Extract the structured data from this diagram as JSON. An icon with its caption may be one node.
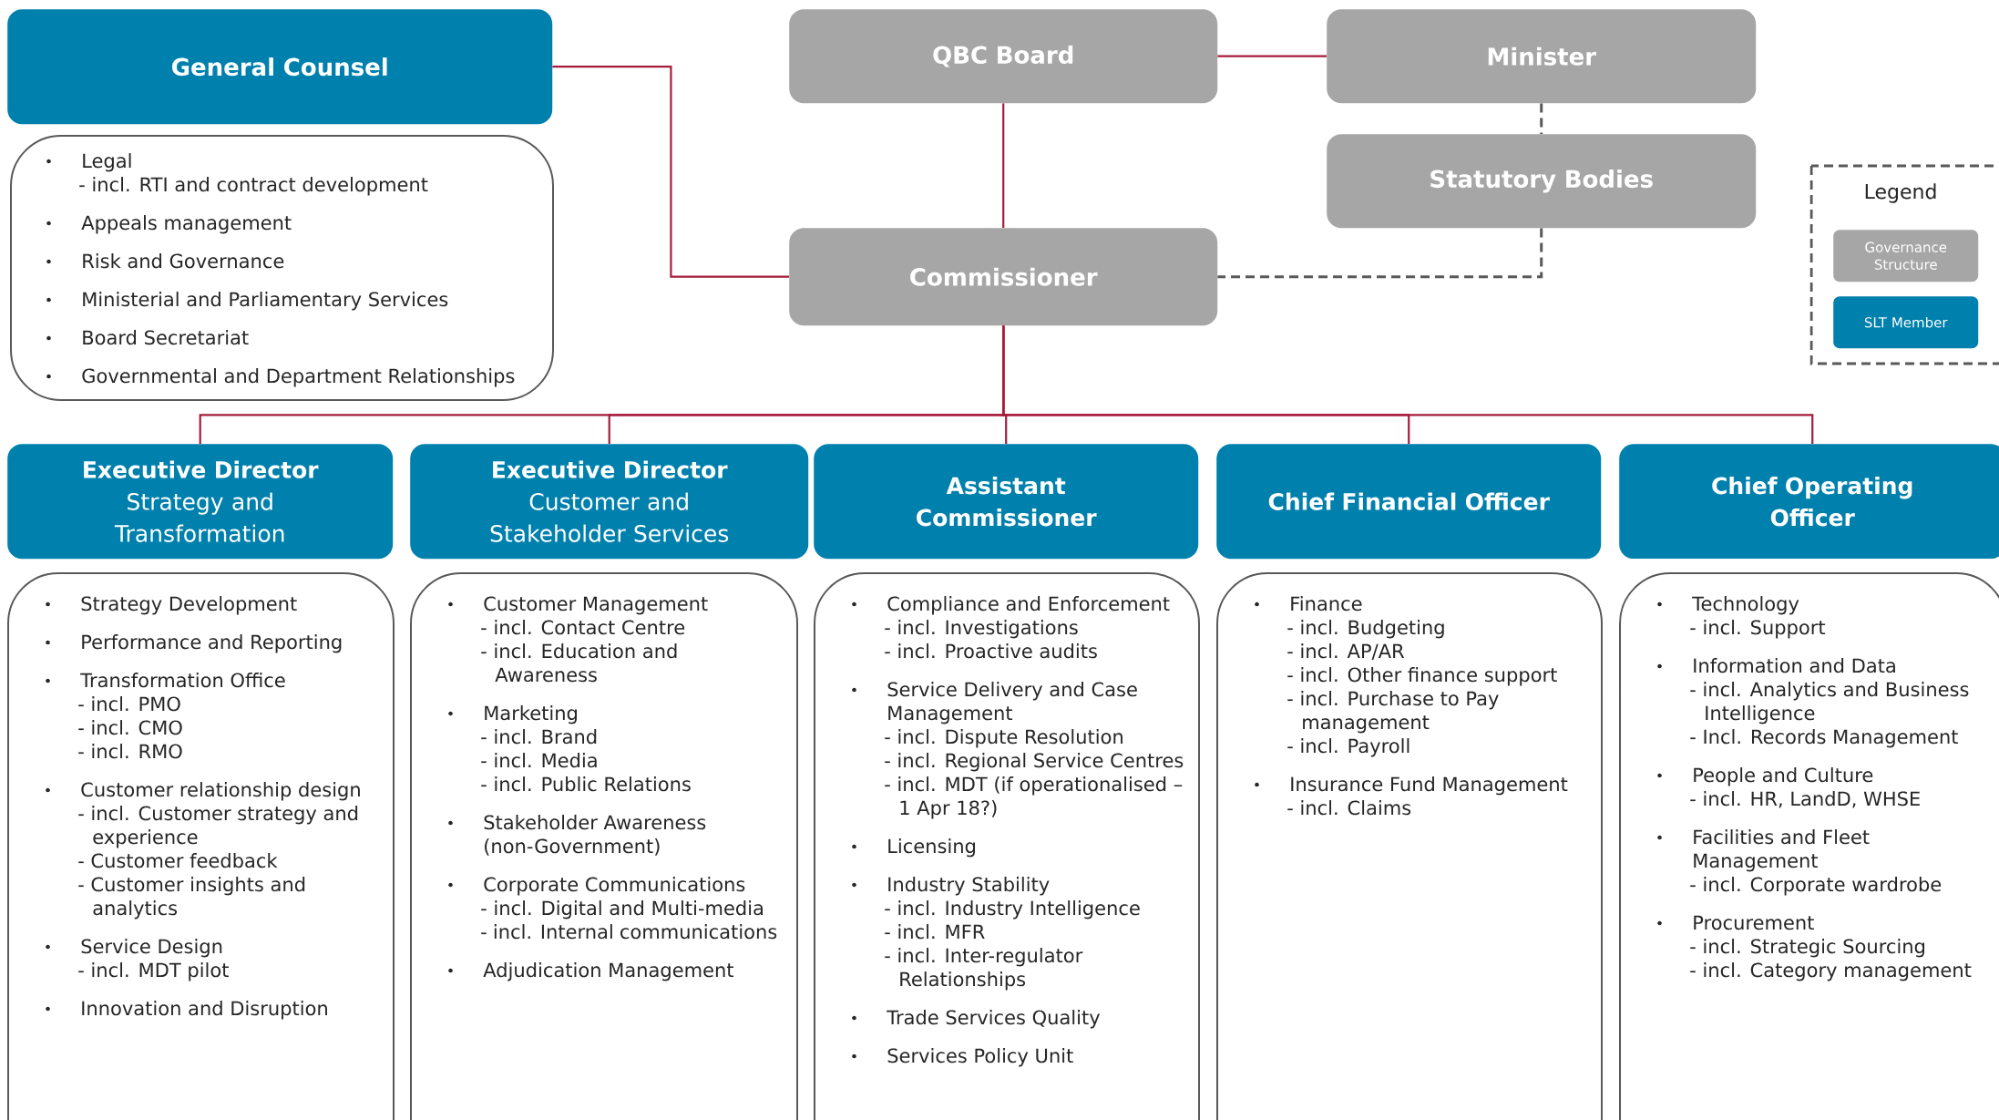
{
  "diagram": {
    "nodes": [
      {
        "text": [
          "General Counsel"
        ]
      },
      {
        "text": [
          "Legal",
          "- incl. RTI and contract development",
          "Appeals management",
          "Risk and Governance",
          "Ministerial and Parliamentary Services",
          "Board Secretariat",
          "Governmental and Department Relationships"
        ]
      },
      {
        "text": [
          "QBC Board"
        ]
      },
      {
        "text": [
          "Minister"
        ]
      },
      {
        "text": [
          "Statutory Bodies"
        ]
      },
      {
        "text": [
          "Commissioner"
        ]
      },
      {
        "text": [
          "Executive Director",
          "Strategy and Transformation"
        ]
      },
      {
        "text": [
          "Strategy Development",
          "Performance and Reporting",
          "Transformation Office",
          "- incl. PMO",
          "- incl. CMO",
          "- incl. RMO",
          "Customer relationship design",
          "- incl. Customer strategy and experience",
          "- Customer feedback",
          "- Customer insights and analytics",
          "Service Design",
          "- incl. MDT pilot",
          "Innovation and Disruption"
        ]
      },
      {
        "text": [
          "Executive Director",
          "Customer and Stakeholder Services"
        ]
      },
      {
        "text": [
          "Customer Management",
          "- incl. Contact Centre",
          "- incl. Education and Awareness",
          "Marketing",
          "- incl. Brand",
          "- incl. Media",
          "- incl. Public Relations",
          "Stakeholder Awareness (non-Government)",
          "Corporate Communications",
          "- incl. Digital and Multi-media",
          "- incl. Internal communications",
          "Adjudication Management"
        ]
      },
      {
        "text": [
          "Assistant Commissioner"
        ]
      },
      {
        "text": [
          "Compliance and Enforcement",
          "- incl. Investigations",
          "- incl. Proactive audits",
          "Service Delivery and Case Management",
          "- incl. Dispute Resolution",
          "- incl. Regional Service Centres",
          "- incl. MDT (if operationalised – 1 Apr 18?)",
          "Licensing",
          "Industry Stability",
          "- incl. Industry Intelligence",
          "- incl. MFR",
          "- incl. Inter-regulator Relationships",
          "Trade Services Quality",
          "Services Policy Unit"
        ]
      },
      {
        "text": [
          "Chief Financial Officer"
        ]
      },
      {
        "text": [
          "Finance",
          "- incl. Budgeting",
          "- incl. AP/AR",
          "- incl. Other finance support",
          "- incl. Purchase to Pay management",
          "- incl. Payroll",
          "Insurance Fund Management",
          "- incl. Claims"
        ]
      },
      {
        "text": [
          "Chief Operating Officer"
        ]
      },
      {
        "text": [
          "Technology",
          "- incl. Support",
          "Information and Data",
          "- incl. Analytics and Business Intelligence",
          "- Incl. Records Management",
          "People and Culture",
          "- incl. HR, LandD, WHSE",
          "Facilities and Fleet Management",
          "- incl. Corporate wardrobe",
          "Procurement",
          "- incl. Strategic Sourcing",
          "- incl. Category management"
        ]
      }
    ],
    "edges": [
      {
        "from": 0,
        "to": 5,
        "arrow": "none"
      },
      {
        "from": 2,
        "to": 3,
        "arrow": "none"
      },
      {
        "from": 2,
        "to": 5,
        "arrow": "none"
      },
      {
        "from": 3,
        "to": 4,
        "arrow": "none",
        "style": "dashed",
        "color": "#595959"
      },
      {
        "from": 4,
        "to": 5,
        "arrow": "none",
        "style": "dashed",
        "color": "#595959"
      },
      {
        "from": 5,
        "to": 6,
        "arrow": "none"
      },
      {
        "from": 5,
        "to": 8,
        "arrow": "none"
      },
      {
        "from": 5,
        "to": 10,
        "arrow": "none"
      },
      {
        "from": 5,
        "to": 12,
        "arrow": "none"
      },
      {
        "from": 5,
        "to": 14,
        "arrow": "none"
      }
    ],
    "labels": [
      "Legend"
    ],
    "legend": [
      {
        "text": "Governance Structure",
        "color": "#a6a6a6"
      },
      {
        "text": "SLT Member",
        "color": "#0080ac"
      }
    ]
  }
}
